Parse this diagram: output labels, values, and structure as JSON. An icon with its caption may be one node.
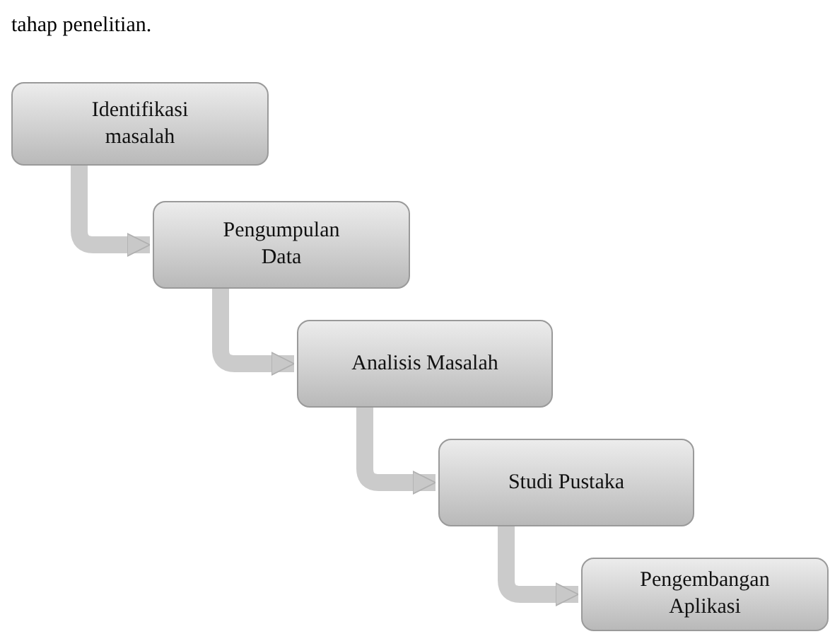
{
  "diagram": {
    "nodes": [
      {
        "text": [
          "Identifikasi masalah"
        ]
      },
      {
        "text": [
          "Pengumpulan Data"
        ]
      },
      {
        "text": [
          "Analisis Masalah"
        ]
      },
      {
        "text": [
          "Studi Pustaka"
        ]
      },
      {
        "text": [
          "Pengembangan Aplikasi"
        ]
      }
    ],
    "edges": [
      {
        "from": 0,
        "to": 1,
        "arrow": "to"
      },
      {
        "from": 1,
        "to": 2,
        "arrow": "to"
      },
      {
        "from": 2,
        "to": 3,
        "arrow": "to"
      },
      {
        "from": 3,
        "to": 4,
        "arrow": "to"
      }
    ],
    "labels": [
      "tahap penelitian."
    ]
  }
}
